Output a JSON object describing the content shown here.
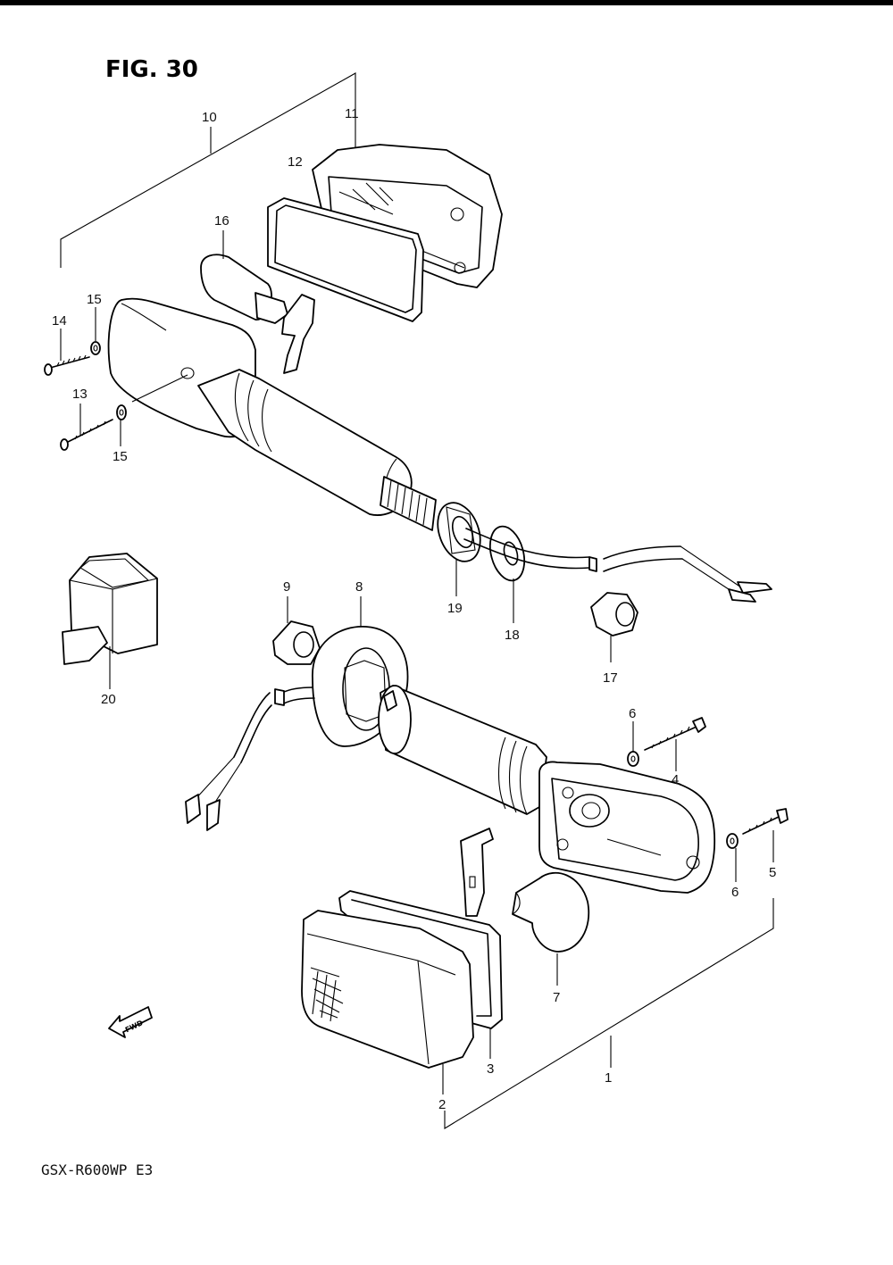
{
  "figure": {
    "title": "FIG. 30",
    "model": "GSX-R600WP  E3",
    "fwd": "FWD"
  },
  "callouts": [
    {
      "id": "c1",
      "label": "1"
    },
    {
      "id": "c2",
      "label": "2"
    },
    {
      "id": "c3",
      "label": "3"
    },
    {
      "id": "c4",
      "label": "4"
    },
    {
      "id": "c5",
      "label": "5"
    },
    {
      "id": "c6a",
      "label": "6"
    },
    {
      "id": "c6b",
      "label": "6"
    },
    {
      "id": "c7",
      "label": "7"
    },
    {
      "id": "c8",
      "label": "8"
    },
    {
      "id": "c9",
      "label": "9"
    },
    {
      "id": "c10",
      "label": "10"
    },
    {
      "id": "c11",
      "label": "11"
    },
    {
      "id": "c12",
      "label": "12"
    },
    {
      "id": "c13",
      "label": "13"
    },
    {
      "id": "c14",
      "label": "14"
    },
    {
      "id": "c15a",
      "label": "15"
    },
    {
      "id": "c15b",
      "label": "15"
    },
    {
      "id": "c16",
      "label": "16"
    },
    {
      "id": "c17",
      "label": "17"
    },
    {
      "id": "c18",
      "label": "18"
    },
    {
      "id": "c19",
      "label": "19"
    },
    {
      "id": "c20",
      "label": "20"
    }
  ]
}
